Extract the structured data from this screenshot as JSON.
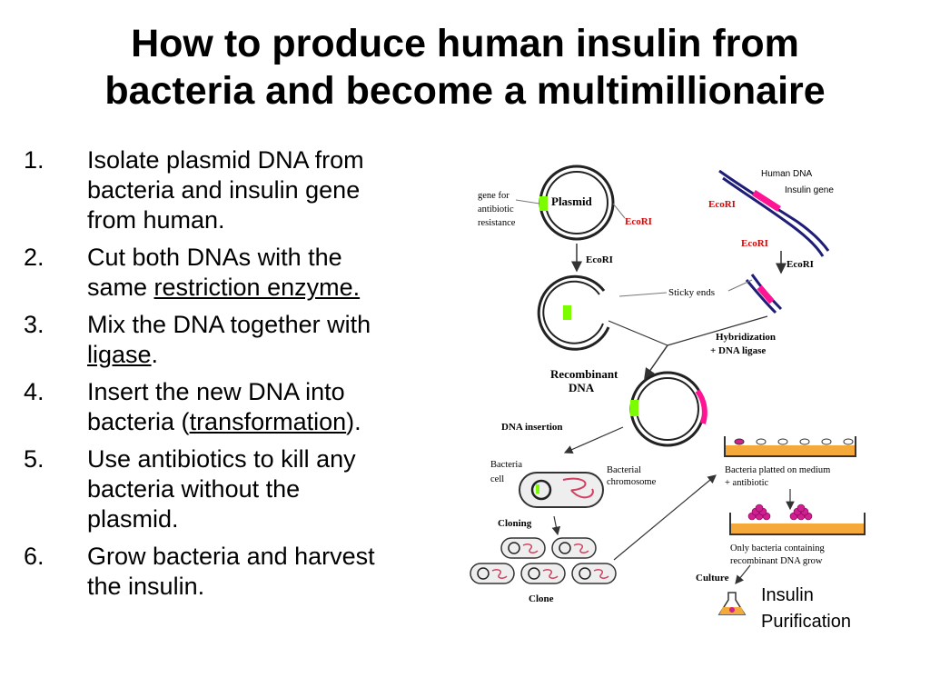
{
  "title_line1": "How to produce human insulin from",
  "title_line2": "bacteria and become a multimillionaire",
  "steps": [
    {
      "num": "1.",
      "lines": [
        "Isolate plasmid DNA from",
        "bacteria and insulin gene",
        "from human."
      ]
    },
    {
      "num": "2.",
      "line1": "Cut both DNAs with the",
      "line2_pre": "same ",
      "line2_link": "restriction enzyme."
    },
    {
      "num": "3.",
      "line1": "Mix the DNA together with",
      "line2_link": "ligase",
      "line2_post": "."
    },
    {
      "num": "4.",
      "line1": "Insert the new DNA into",
      "line2_pre": "bacteria (",
      "line2_link": "transformation",
      "line2_post": ")."
    },
    {
      "num": "5.",
      "lines": [
        "Use antibiotics to kill any",
        "bacteria without the",
        "plasmid."
      ]
    },
    {
      "num": "6.",
      "lines": [
        "Grow bacteria and harvest",
        "the insulin."
      ]
    }
  ],
  "diagram": {
    "human_dna": "Human DNA",
    "insulin_gene": "Insulin gene",
    "gene_label": [
      "gene for",
      "antibiotic",
      "resistance"
    ],
    "plasmid": "Plasmid",
    "ecori": "EcoRI",
    "sticky_ends": "Sticky ends",
    "hybridization": "Hybridization",
    "ligase": "+ DNA ligase",
    "recombinant": [
      "Recombinant",
      "DNA"
    ],
    "dna_insertion": "DNA insertion",
    "bacteria_cell": [
      "Bacteria",
      "cell"
    ],
    "bacterial_chromosome": [
      "Bacterial",
      "chromosome"
    ],
    "cloning": "Cloning",
    "clone": "Clone",
    "plated": [
      "Bacteria platted on medium",
      "+ antibiotic"
    ],
    "only": [
      "Only bacteria containing",
      "recombinant DNA grow"
    ],
    "culture": "Culture",
    "purification": [
      "Insulin",
      "Purification"
    ]
  },
  "colors": {
    "green": "#7CFC00",
    "pink": "#FF1493",
    "navy": "#1E1E78",
    "red": "#E00000",
    "agar": "#F4A93A"
  }
}
